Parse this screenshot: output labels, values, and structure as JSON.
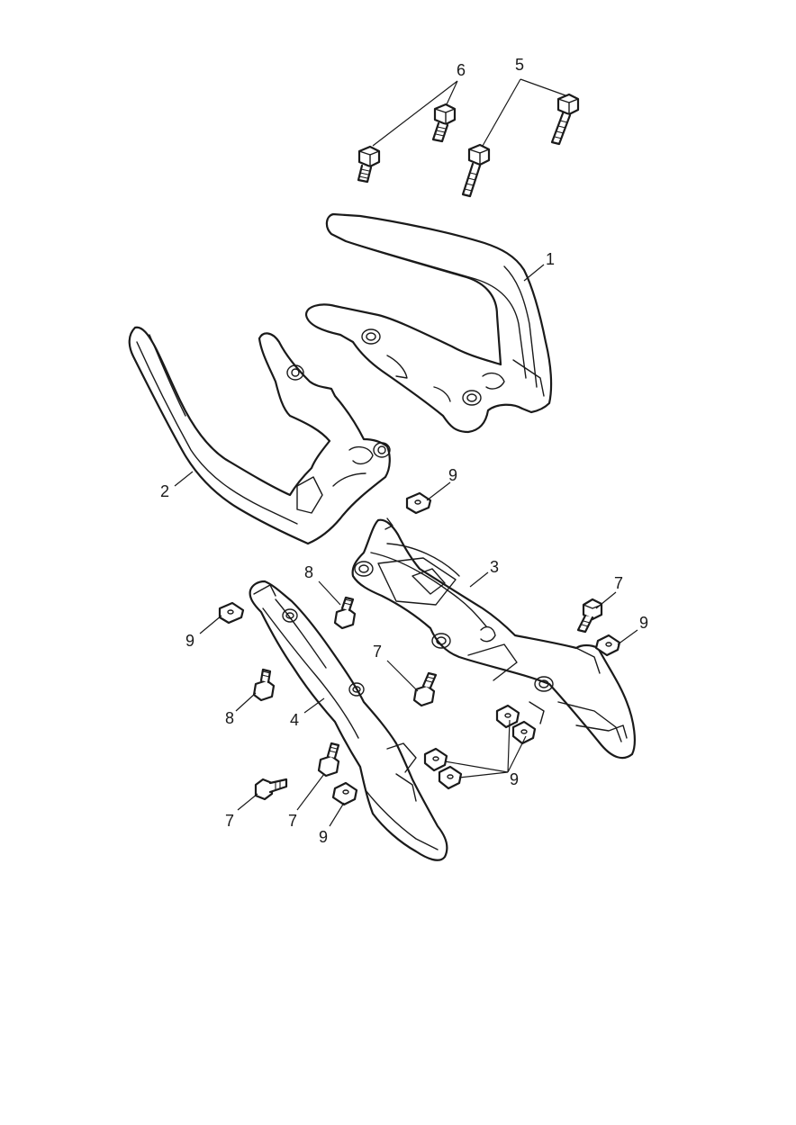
{
  "callouts": [
    {
      "id": "c1",
      "label": "1"
    },
    {
      "id": "c2",
      "label": "2"
    },
    {
      "id": "c3",
      "label": "3"
    },
    {
      "id": "c4",
      "label": "4"
    },
    {
      "id": "c5",
      "label": "5"
    },
    {
      "id": "c6",
      "label": "6"
    },
    {
      "id": "c7a",
      "label": "7"
    },
    {
      "id": "c7b",
      "label": "7"
    },
    {
      "id": "c7c",
      "label": "7"
    },
    {
      "id": "c7d",
      "label": "7"
    },
    {
      "id": "c8a",
      "label": "8"
    },
    {
      "id": "c8b",
      "label": "8"
    },
    {
      "id": "c9a",
      "label": "9"
    },
    {
      "id": "c9b",
      "label": "9"
    },
    {
      "id": "c9c",
      "label": "9"
    },
    {
      "id": "c9d",
      "label": "9"
    },
    {
      "id": "c9e",
      "label": "9"
    }
  ]
}
